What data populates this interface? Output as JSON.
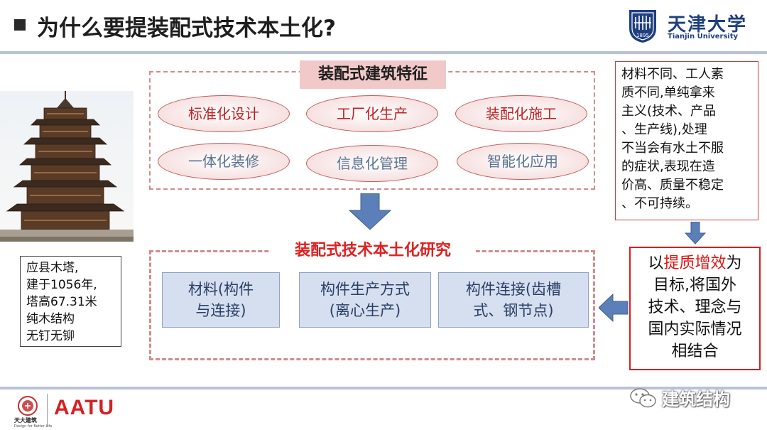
{
  "header": {
    "title": "为什么要提装配式技术本土化?",
    "logo_cn": "天津大学",
    "logo_en": "Tianjin University",
    "seal_year": "1895"
  },
  "pagoda": {
    "caption_lines": [
      "应县木塔,",
      "建于1056年,",
      "塔高67.31米",
      "纯木结构",
      "无钉无铆"
    ]
  },
  "features": {
    "title": "装配式建筑特征",
    "items": [
      {
        "label": "标准化设计",
        "tone": "red"
      },
      {
        "label": "工厂化生产",
        "tone": "red"
      },
      {
        "label": "装配化施工",
        "tone": "red"
      },
      {
        "label": "一体化装修",
        "tone": "blue"
      },
      {
        "label": "信息化管理",
        "tone": "blue"
      },
      {
        "label": "智能化应用",
        "tone": "blue"
      }
    ]
  },
  "research": {
    "title": "装配式技术本土化研究",
    "cards": [
      {
        "lines": [
          "材料(构件",
          "与连接)"
        ]
      },
      {
        "lines": [
          "构件生产方式",
          "(离心生产)"
        ]
      },
      {
        "lines": [
          "构件连接(齿槽",
          "式、钢节点)"
        ]
      }
    ]
  },
  "issue": {
    "lines": [
      "材料不同、工人素",
      "质不同,单纯拿来",
      "主义(技术、产品",
      "、生产线),处理",
      "不当会有水土不服",
      "的症状,表现在造",
      "价高、质量不稳定",
      "、不可持续。"
    ]
  },
  "goal": {
    "prefix": "以",
    "highlight": "提质增效",
    "suffix": "为",
    "lines": [
      "目标,将国外",
      "技术、理念与",
      "国内实际情况",
      "相结合"
    ]
  },
  "footer": {
    "brand": "AATU",
    "seal_cn": "天大建筑",
    "seal_en": "Design for Better Life",
    "watermark": "建筑结构"
  },
  "colors": {
    "accent_red": "#e02020",
    "dashed_border": "#d18c8c",
    "card_fill": "#d6dff0",
    "arrow_blue": "#5b7fb8",
    "logo_blue": "#1f3f7f"
  }
}
